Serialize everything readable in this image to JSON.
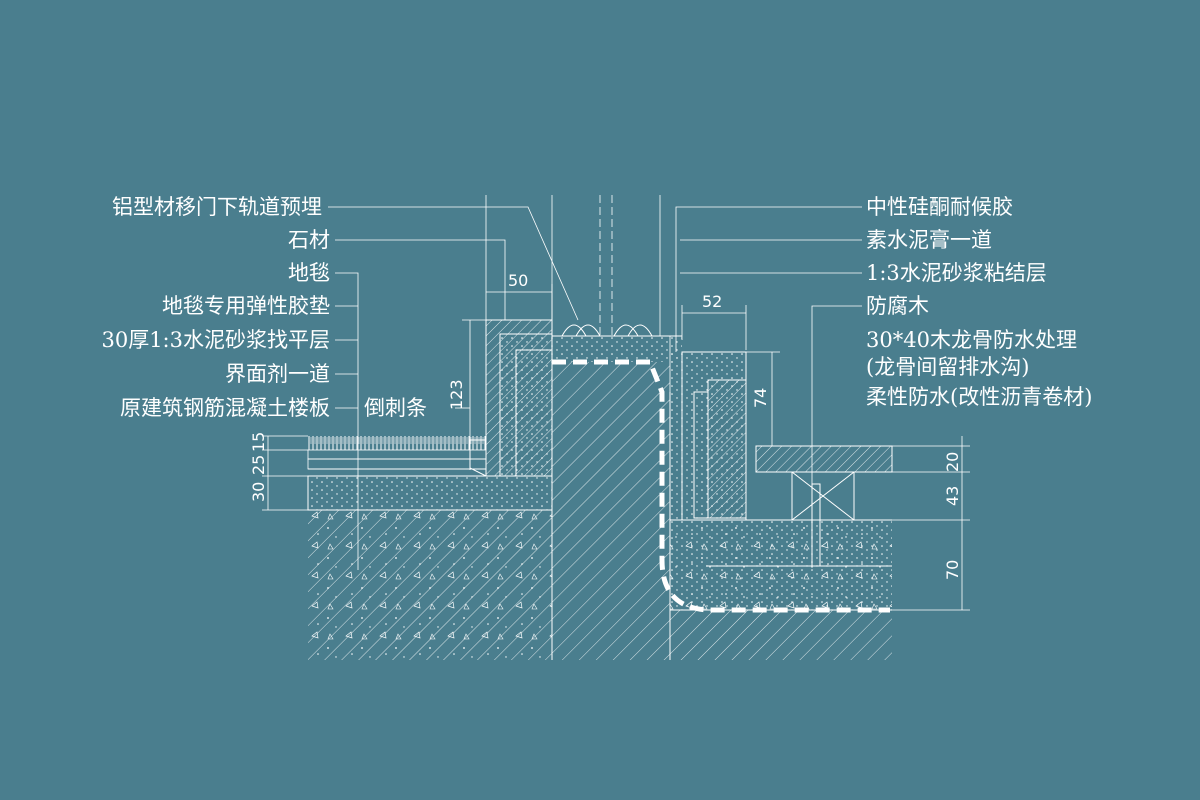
{
  "drawing": {
    "background_color": "#4a7e8e",
    "line_color": "#ffffff"
  },
  "left_labels": [
    "铝型材移门下轨道预埋",
    "石材",
    "地毯",
    "地毯专用弹性胶垫",
    "30厚1:3水泥砂浆找平层",
    "界面剂一道",
    "原建筑钢筋混凝土楼板"
  ],
  "inline_label": "倒刺条",
  "right_labels": [
    "中性硅酮耐候胶",
    "素水泥膏一道",
    "1:3水泥砂浆粘结层",
    "防腐木",
    "30*40木龙骨防水处理",
    "(龙骨间留排水沟)",
    "柔性防水(改性沥青卷材)"
  ],
  "dimensions": {
    "top_left": "50",
    "top_right": "52",
    "stone_height": "123",
    "right_step": "74",
    "left_a": "15",
    "left_b": "25",
    "left_c": "30",
    "right_a": "20",
    "right_b": "43",
    "right_c": "70"
  }
}
